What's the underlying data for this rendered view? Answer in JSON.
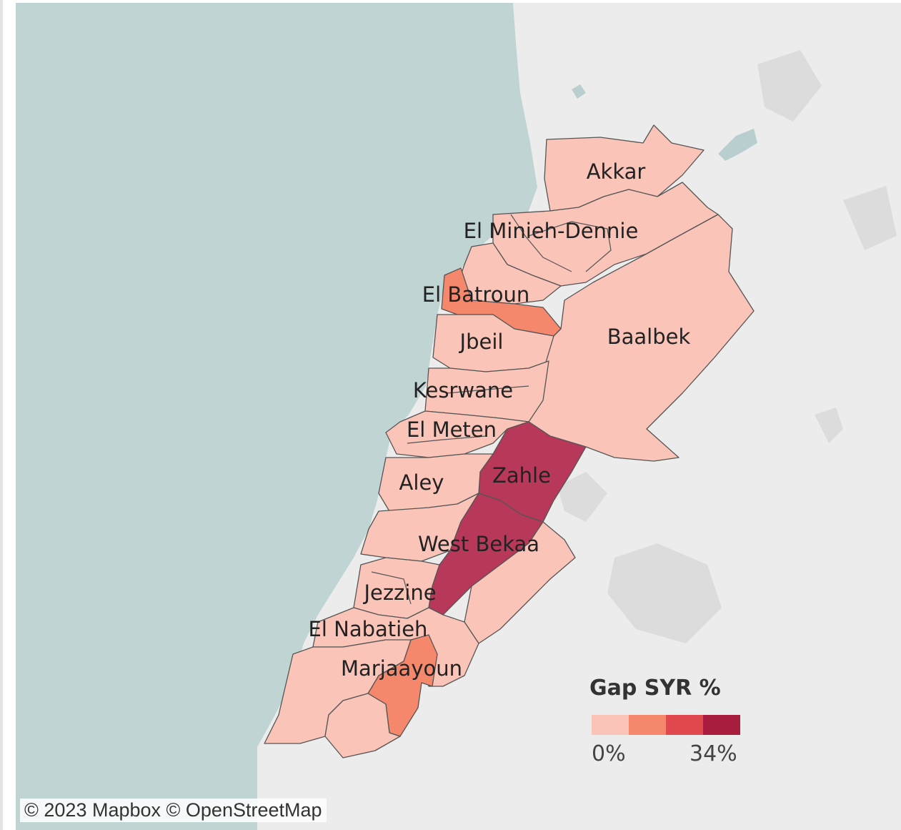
{
  "colors": {
    "sea": "#c0d4d3",
    "land": "#ececec",
    "land_shade": "#dcdcdc",
    "water_body": "#b9cfcf",
    "border": "#555555",
    "scale": [
      "#fbc4b8",
      "#f4876c",
      "#e04a4e",
      "#a81c3d"
    ],
    "zahle_bekaa": "#b8385a",
    "batroun": "#f4876c"
  },
  "districts": [
    {
      "name": "Akkar",
      "level": 0
    },
    {
      "name": "El Minieh-Dennie",
      "level": 0
    },
    {
      "name": "El Batroun",
      "level": 1
    },
    {
      "name": "Jbeil",
      "level": 0
    },
    {
      "name": "Baalbek",
      "level": 0
    },
    {
      "name": "Kesrwane",
      "level": 0
    },
    {
      "name": "El Meten",
      "level": 0
    },
    {
      "name": "Zahle",
      "level": 3
    },
    {
      "name": "Aley",
      "level": 0
    },
    {
      "name": "West Bekaa",
      "level": 3
    },
    {
      "name": "Jezzine",
      "level": 0
    },
    {
      "name": "El Nabatieh",
      "level": 0
    },
    {
      "name": "Marjaayoun",
      "level": 1
    }
  ],
  "legend": {
    "title": "Gap SYR %",
    "min_label": "0%",
    "max_label": "34%"
  },
  "attribution": "© 2023 Mapbox © OpenStreetMap"
}
